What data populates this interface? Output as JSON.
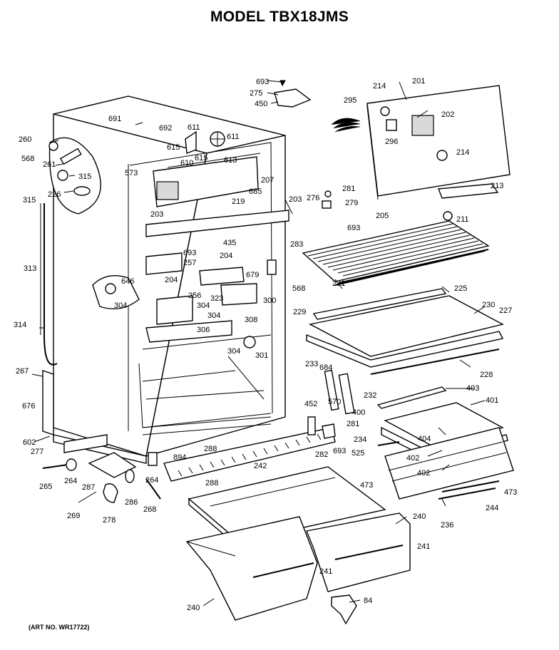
{
  "title": "MODEL TBX18JMS",
  "art_number": "(ART NO. WR17722)",
  "callouts": [
    "693",
    "275",
    "450",
    "295",
    "214",
    "201",
    "202",
    "296",
    "214",
    "213",
    "691",
    "692",
    "615",
    "611",
    "611",
    "610",
    "615",
    "613",
    "207",
    "573",
    "685",
    "260",
    "568",
    "261",
    "315",
    "315",
    "226",
    "219",
    "203",
    "203",
    "276",
    "281",
    "279",
    "211",
    "205",
    "283",
    "693",
    "435",
    "204",
    "693",
    "257",
    "204",
    "679",
    "568",
    "300",
    "646",
    "256",
    "304",
    "304",
    "323",
    "308",
    "231",
    "225",
    "230",
    "227",
    "229",
    "304",
    "306",
    "304",
    "301",
    "313",
    "314",
    "267",
    "233",
    "684",
    "232",
    "403",
    "401",
    "676",
    "452",
    "570",
    "281",
    "400",
    "602",
    "277",
    "228",
    "404",
    "234",
    "894",
    "288",
    "264",
    "282",
    "693",
    "525",
    "402",
    "402",
    "265",
    "264",
    "287",
    "242",
    "473",
    "473",
    "244",
    "286",
    "269",
    "278",
    "268",
    "288",
    "236",
    "240",
    "241",
    "241",
    "240",
    "84"
  ]
}
